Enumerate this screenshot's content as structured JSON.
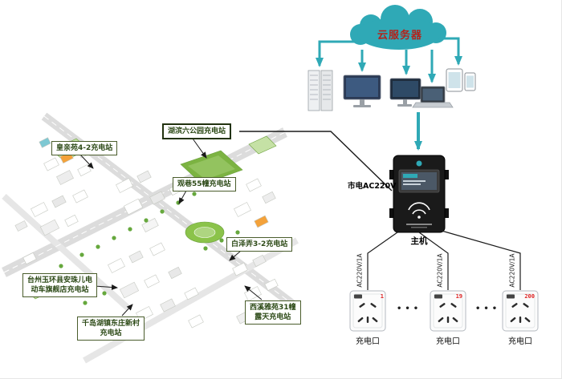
{
  "cloud": {
    "label": "云服务器"
  },
  "network": {
    "host_label": "主机",
    "mains_label": "市电AC220V"
  },
  "callouts": {
    "hubin": "湖滨六公园充电站",
    "huangqin": "皇亲苑4-2充电站",
    "guanxiang": "观巷55幢充电站",
    "baize": "白泽弄3-2充电站",
    "taizhou": "台州玉环县安珠儿电\n动车旗舰店充电站",
    "xixi": "西溪雅苑31幢\n露天充电站",
    "qiandao": "千岛湖镇东庄新村\n充电站"
  },
  "ports": {
    "line_label": "AC220V/1A",
    "dots": "•••",
    "items": [
      {
        "display": "1",
        "label": "充电口"
      },
      {
        "display": "19",
        "label": "充电口"
      },
      {
        "display": "200",
        "label": "充电口"
      }
    ]
  }
}
